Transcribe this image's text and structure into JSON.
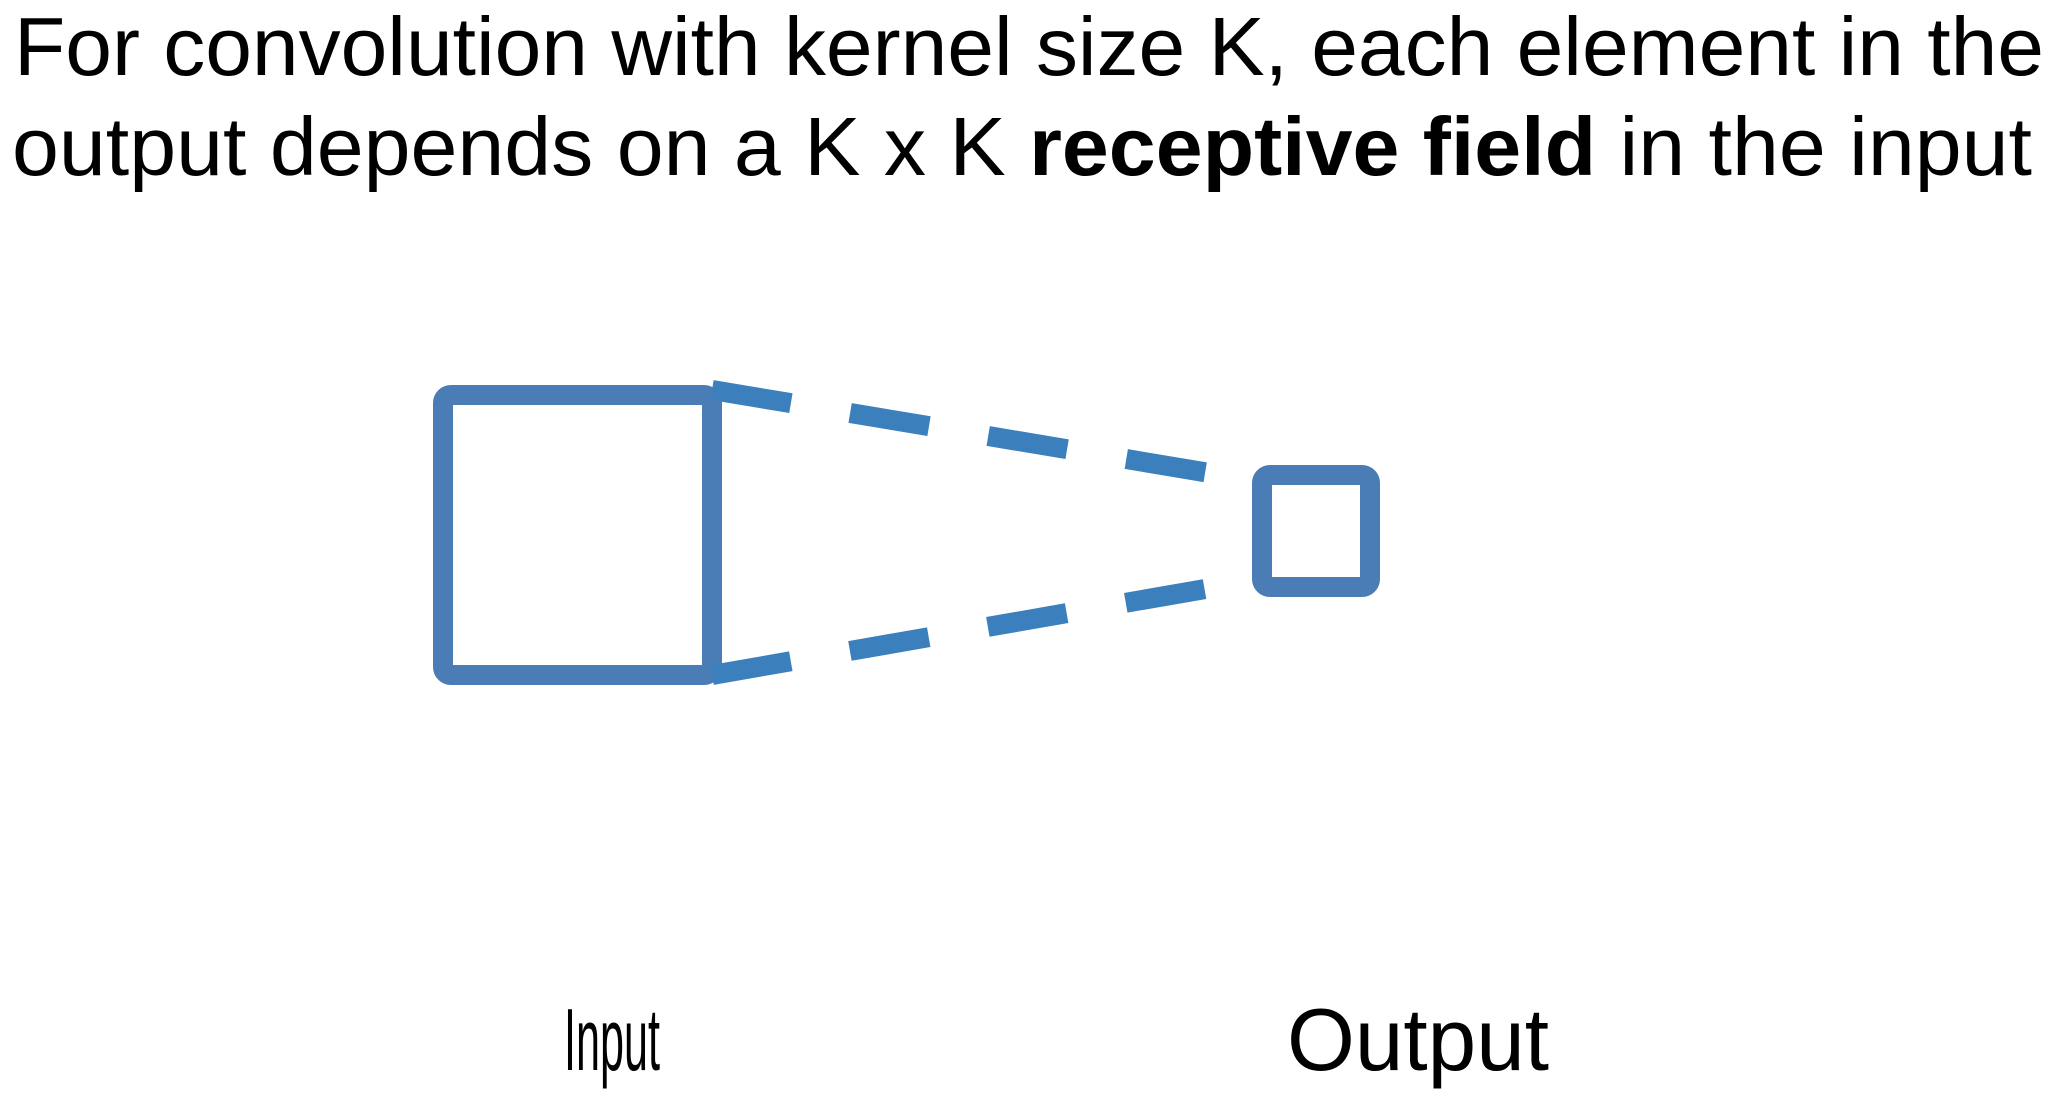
{
  "title": {
    "line1": "For convolution with kernel size K, each element in the",
    "line2_prefix": "output depends on a K x K ",
    "line2_bold": "receptive field",
    "line2_suffix": " in the input"
  },
  "labels": {
    "input": "Input",
    "output": "Output"
  },
  "colors": {
    "box": "#4a7db5",
    "dash": "#3b80bd"
  }
}
